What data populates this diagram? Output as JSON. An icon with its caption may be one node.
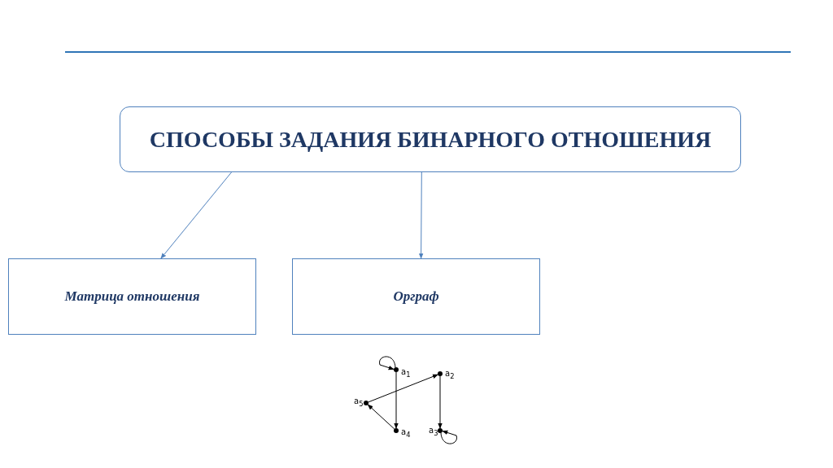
{
  "diagram": {
    "nodes": [
      {
        "text": [
          "СПОСОБЫ ЗАДАНИЯ БИНАРНОГО ОТНОШЕНИЯ"
        ]
      },
      {
        "text": [
          "Матрица отношения"
        ]
      },
      {
        "text": [
          "Орграф"
        ]
      },
      {
        "text": [],
        "shape": "circle",
        "beside": [
          "a$_{1}$"
        ]
      },
      {
        "text": [],
        "shape": "circle",
        "beside": [
          "a$_{2}$"
        ]
      },
      {
        "text": [],
        "shape": "circle",
        "beside": [
          "a$_{3}$"
        ]
      },
      {
        "text": [],
        "shape": "circle",
        "beside": [
          "a$_{4}$"
        ]
      },
      {
        "text": [],
        "shape": "circle",
        "beside": [
          "a$_{5}$"
        ]
      }
    ],
    "edges": [
      {
        "from": 0,
        "to": 1,
        "arrow": "to",
        "color": "#4f81bd"
      },
      {
        "from": 0,
        "to": 2,
        "arrow": "to",
        "color": "#4f81bd"
      },
      {
        "from": 3,
        "to": 3,
        "arrow": "to"
      },
      {
        "from": 3,
        "to": 6,
        "arrow": "to"
      },
      {
        "from": 4,
        "to": 5,
        "arrow": "to"
      },
      {
        "from": 5,
        "to": 5,
        "arrow": "to"
      },
      {
        "from": 7,
        "to": 4,
        "arrow": "to"
      },
      {
        "from": 6,
        "to": 7,
        "arrow": "to"
      }
    ]
  }
}
